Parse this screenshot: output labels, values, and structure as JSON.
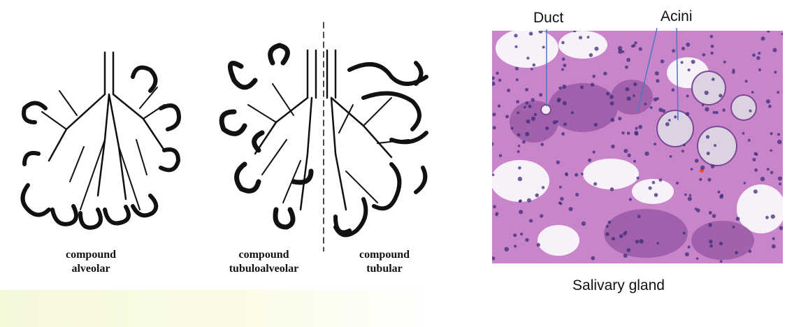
{
  "diagram": {
    "glands": [
      {
        "line1": "compound",
        "line2": "alveolar"
      },
      {
        "line1": "compound",
        "line2": "tubuloalveolar"
      },
      {
        "line1": "compound",
        "line2": "tubular"
      }
    ]
  },
  "micrograph": {
    "annotations": {
      "duct": "Duct",
      "acini": "Acini"
    },
    "caption": "Salivary gland",
    "colors": {
      "background": "#c985c9",
      "acinus": "#9a5aa6",
      "nucleus": "#3b2d7a",
      "fat": "#f7f2f9",
      "pointer": "#4a78c8"
    }
  }
}
